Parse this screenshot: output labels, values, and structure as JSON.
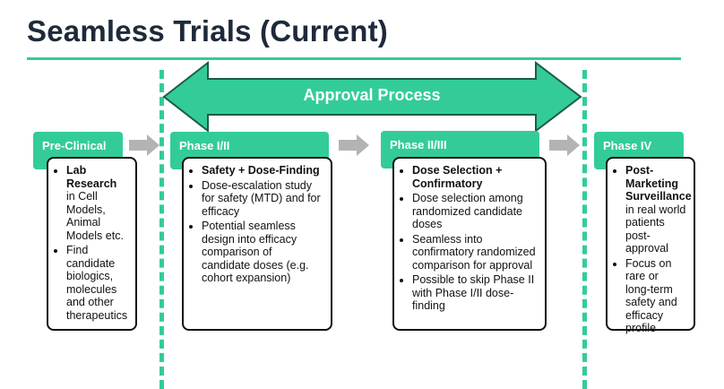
{
  "title": "Seamless Trials (Current)",
  "approval": {
    "label": "Approval Process"
  },
  "colors": {
    "accent": "#33cc99",
    "arrow_gray": "#b3b3b3",
    "title": "#1e2a3a"
  },
  "phases": [
    {
      "tab": "Pre-Clinical",
      "bullets": [
        {
          "bold": "Lab Research",
          "rest": " in Cell Models, Animal Models etc."
        },
        {
          "bold": "",
          "rest": "Find candidate biologics, molecules and other therapeutics"
        }
      ]
    },
    {
      "tab": "Phase I/II",
      "bullets": [
        {
          "bold": "Safety + Dose-Finding",
          "rest": ""
        },
        {
          "bold": "",
          "rest": "Dose-escalation study for safety (MTD) and for efficacy"
        },
        {
          "bold": "",
          "rest": "Potential seamless design into efficacy comparison of candidate doses (e.g. cohort expansion)"
        }
      ]
    },
    {
      "tab": "Phase II/III",
      "bullets": [
        {
          "bold": "Dose Selection + Confirmatory",
          "rest": ""
        },
        {
          "bold": "",
          "rest": "Dose selection among randomized candidate doses"
        },
        {
          "bold": "",
          "rest": "Seamless into confirmatory randomized comparison for approval"
        },
        {
          "bold": "",
          "rest": "Possible to skip Phase II with Phase I/II dose-finding"
        }
      ]
    },
    {
      "tab": "Phase IV",
      "bullets": [
        {
          "bold": "Post-Marketing Surveillance",
          "rest": " in real world patients post-approval"
        },
        {
          "bold": "",
          "rest": "Focus on rare or long-term safety and efficacy profile"
        }
      ]
    }
  ]
}
